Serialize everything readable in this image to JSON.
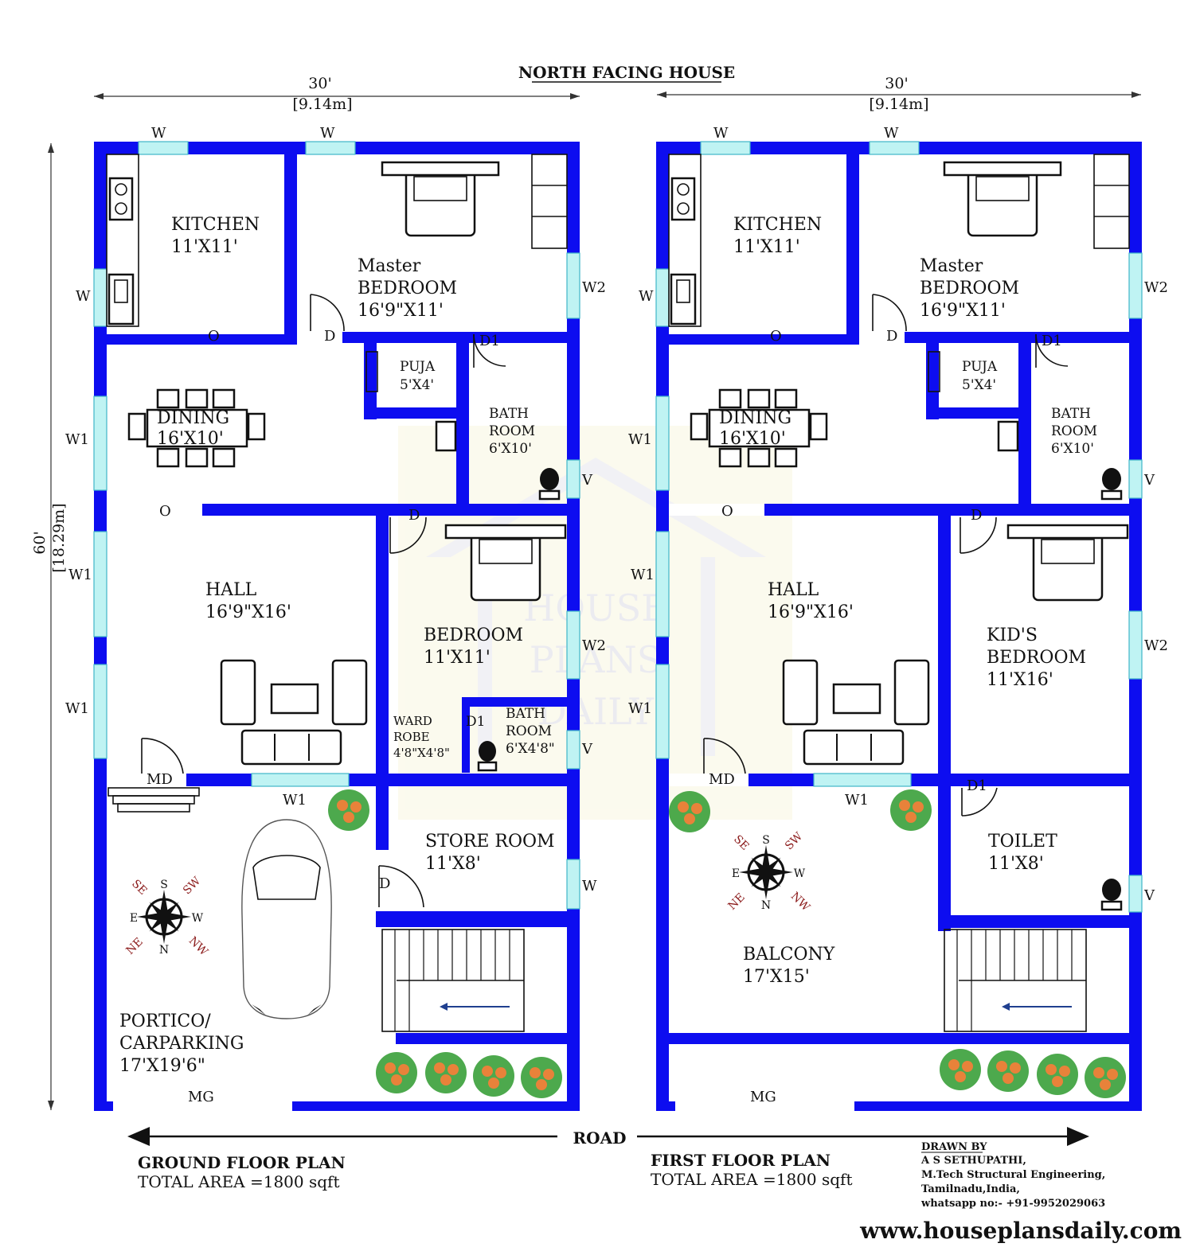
{
  "title": "NORTH FACING HOUSE",
  "dims": {
    "width_ft": "30'",
    "width_m": "[9.14m]",
    "depth_ft": "60'",
    "depth_m": "[18.29m]"
  },
  "road_label": "ROAD",
  "ground_floor": {
    "heading": "GROUND FLOOR PLAN",
    "area": "TOTAL AREA =1800 sqft",
    "rooms": {
      "kitchen": [
        "KITCHEN",
        "11'X11'"
      ],
      "master": [
        "Master",
        "BEDROOM",
        "16'9\"X11'"
      ],
      "puja": [
        "PUJA",
        "5'X4'"
      ],
      "dining": [
        "DINING",
        "16'X10'"
      ],
      "bath1": [
        "BATH",
        "ROOM",
        "6'X10'"
      ],
      "hall": [
        "HALL",
        "16'9\"X16'"
      ],
      "bedroom": [
        "BEDROOM",
        "11'X11'"
      ],
      "wardrobe": [
        "WARD",
        "ROBE",
        "4'8\"X4'8\""
      ],
      "bath2": [
        "BATH",
        "ROOM",
        "6'X4'8\""
      ],
      "store": [
        "STORE ROOM",
        "11'X8'"
      ],
      "portico": [
        "PORTICO/",
        "CARPARKING",
        "17'X19'6\""
      ]
    }
  },
  "first_floor": {
    "heading": "FIRST FLOOR PLAN",
    "area": "TOTAL AREA =1800 sqft",
    "rooms": {
      "kitchen": [
        "KITCHEN",
        "11'X11'"
      ],
      "master": [
        "Master",
        "BEDROOM",
        "16'9\"X11'"
      ],
      "puja": [
        "PUJA",
        "5'X4'"
      ],
      "dining": [
        "DINING",
        "16'X10'"
      ],
      "bath1": [
        "BATH",
        "ROOM",
        "6'X10'"
      ],
      "hall": [
        "HALL",
        "16'9\"X16'"
      ],
      "kids": [
        "KID'S",
        "BEDROOM",
        "11'X16'"
      ],
      "toilet": [
        "TOILET",
        "11'X8'"
      ],
      "balcony": [
        "BALCONY",
        "17'X15'"
      ]
    }
  },
  "opening_labels": {
    "W": "W",
    "W1": "W1",
    "W2": "W2",
    "V": "V",
    "O": "O",
    "D": "D",
    "D1": "D1",
    "MD": "MD",
    "MG": "MG"
  },
  "compass": {
    "N": "N",
    "S": "S",
    "E": "E",
    "W": "W",
    "NE": "NE",
    "NW": "NW",
    "SE": "SE",
    "SW": "SW"
  },
  "credits": [
    "DRAWN BY",
    "A S SETHUPATHI,",
    "M.Tech Structural Engineering,",
    "Tamilnadu,India,",
    "whatsapp no:- +91-9952029063"
  ],
  "website": "www.houseplansdaily.com",
  "watermark": [
    "HOUSE",
    "PLANS",
    "DAILY"
  ],
  "colors": {
    "wall": "#0d0df0",
    "window": "#bff3f3",
    "flower": "#e8823a",
    "leaf": "#2e9a2e"
  }
}
